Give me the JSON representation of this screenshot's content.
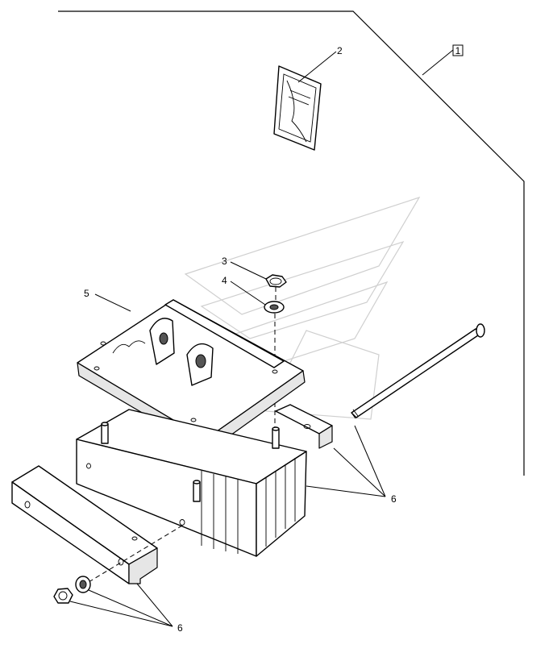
{
  "diagram": {
    "kit_label": "1",
    "callouts": {
      "decal": "2",
      "nut_top": "3",
      "washer_top": "4",
      "support_bracket": "5",
      "weights_right": "6",
      "weights_bottom": "6"
    }
  }
}
